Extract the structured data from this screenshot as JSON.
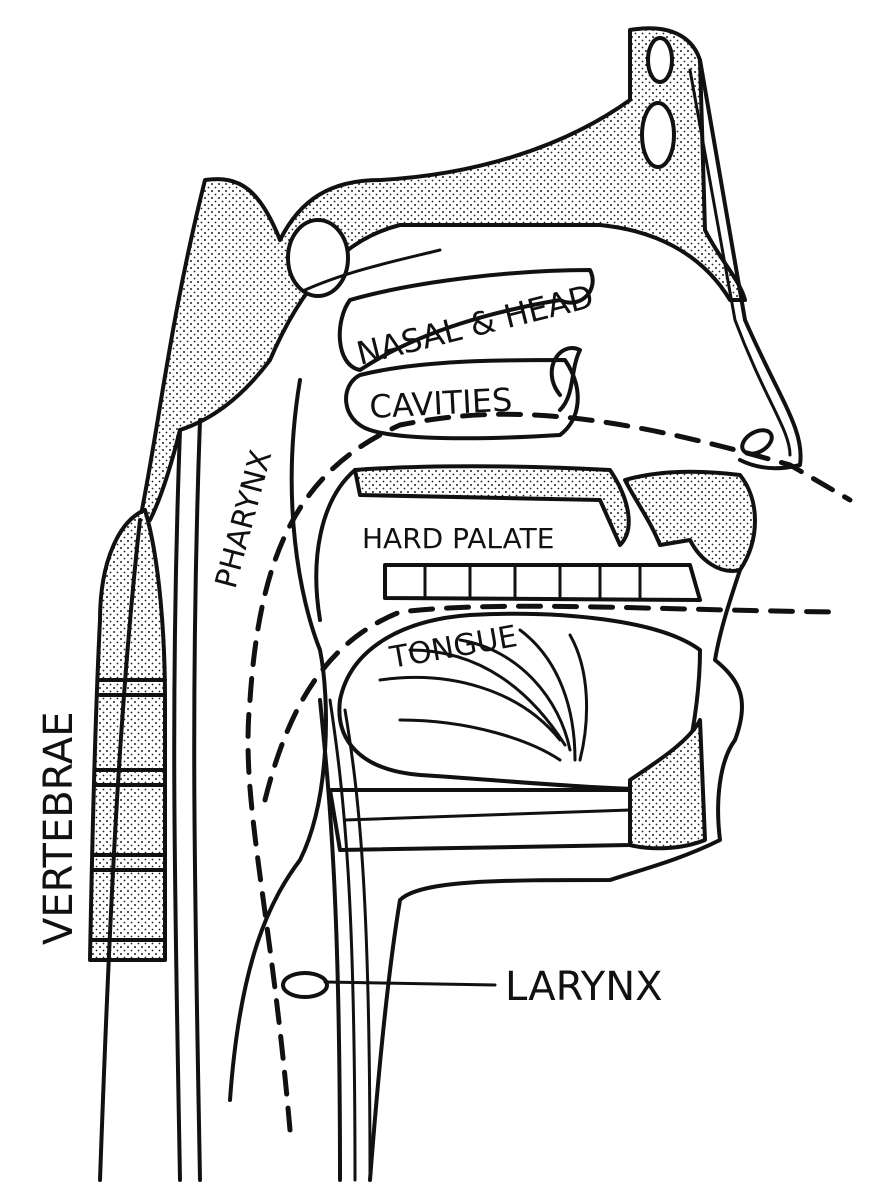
{
  "diagram": {
    "labels": {
      "nasal_line1": "NASAL & HEAD",
      "nasal_line2": "CAVITIES",
      "pharynx": "PHARYNX",
      "hard_palate": "HARD PALATE",
      "tongue": "TONGUE",
      "vertebrae": "VERTEBRAE",
      "larynx": "LARYNX"
    },
    "colors": {
      "ink": "#111111",
      "paper": "#ffffff"
    }
  }
}
